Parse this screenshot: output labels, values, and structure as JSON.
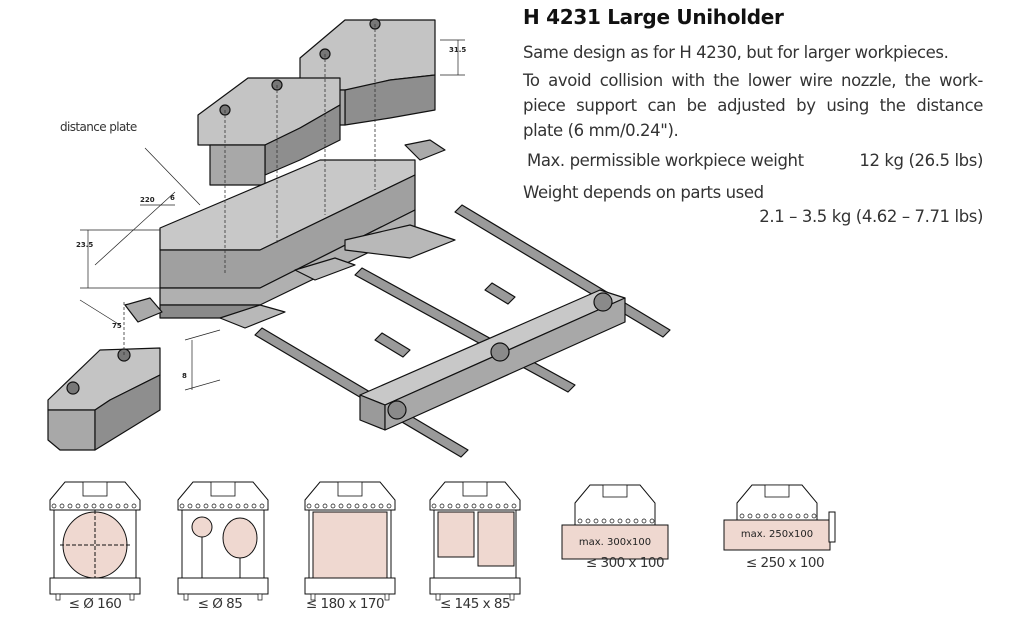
{
  "title": "H 4231 Large Uniholder",
  "paragraphs": [
    "Same design as for H 4230, but for larger workpieces.",
    "To avoid collision with the lower wire nozzle, the work-",
    "piece support can be adjusted by using the distance",
    "plate (6 mm/0.24\")."
  ],
  "specs": {
    "max_weight_label": "Max. permissible workpiece weight",
    "max_weight_value": "12 kg (26.5 lbs)",
    "weight_label": "Weight depends on parts used",
    "weight_value": "2.1 – 3.5 kg (4.62 – 7.71 lbs)"
  },
  "drawing": {
    "callout": "distance plate",
    "dimensions": [
      "31.5",
      "220",
      "6",
      "23.5",
      "75",
      "8"
    ]
  },
  "fixtures": [
    {
      "type": "round-large",
      "caption": "≤ Ø 160"
    },
    {
      "type": "round-double",
      "caption": "≤ Ø 85"
    },
    {
      "type": "rect-large",
      "caption": "≤ 180 x 170"
    },
    {
      "type": "rect-double",
      "caption": "≤ 145 x 85"
    },
    {
      "type": "plate",
      "caption": "≤ 300 x 100",
      "label": "max. 300x100"
    },
    {
      "type": "plate-clamp",
      "caption": "≤ 250 x 100",
      "label": "max. 250x100"
    }
  ],
  "colors": {
    "part_fill": "#b4b4b4",
    "workpiece_fill": "#efd8d0"
  }
}
